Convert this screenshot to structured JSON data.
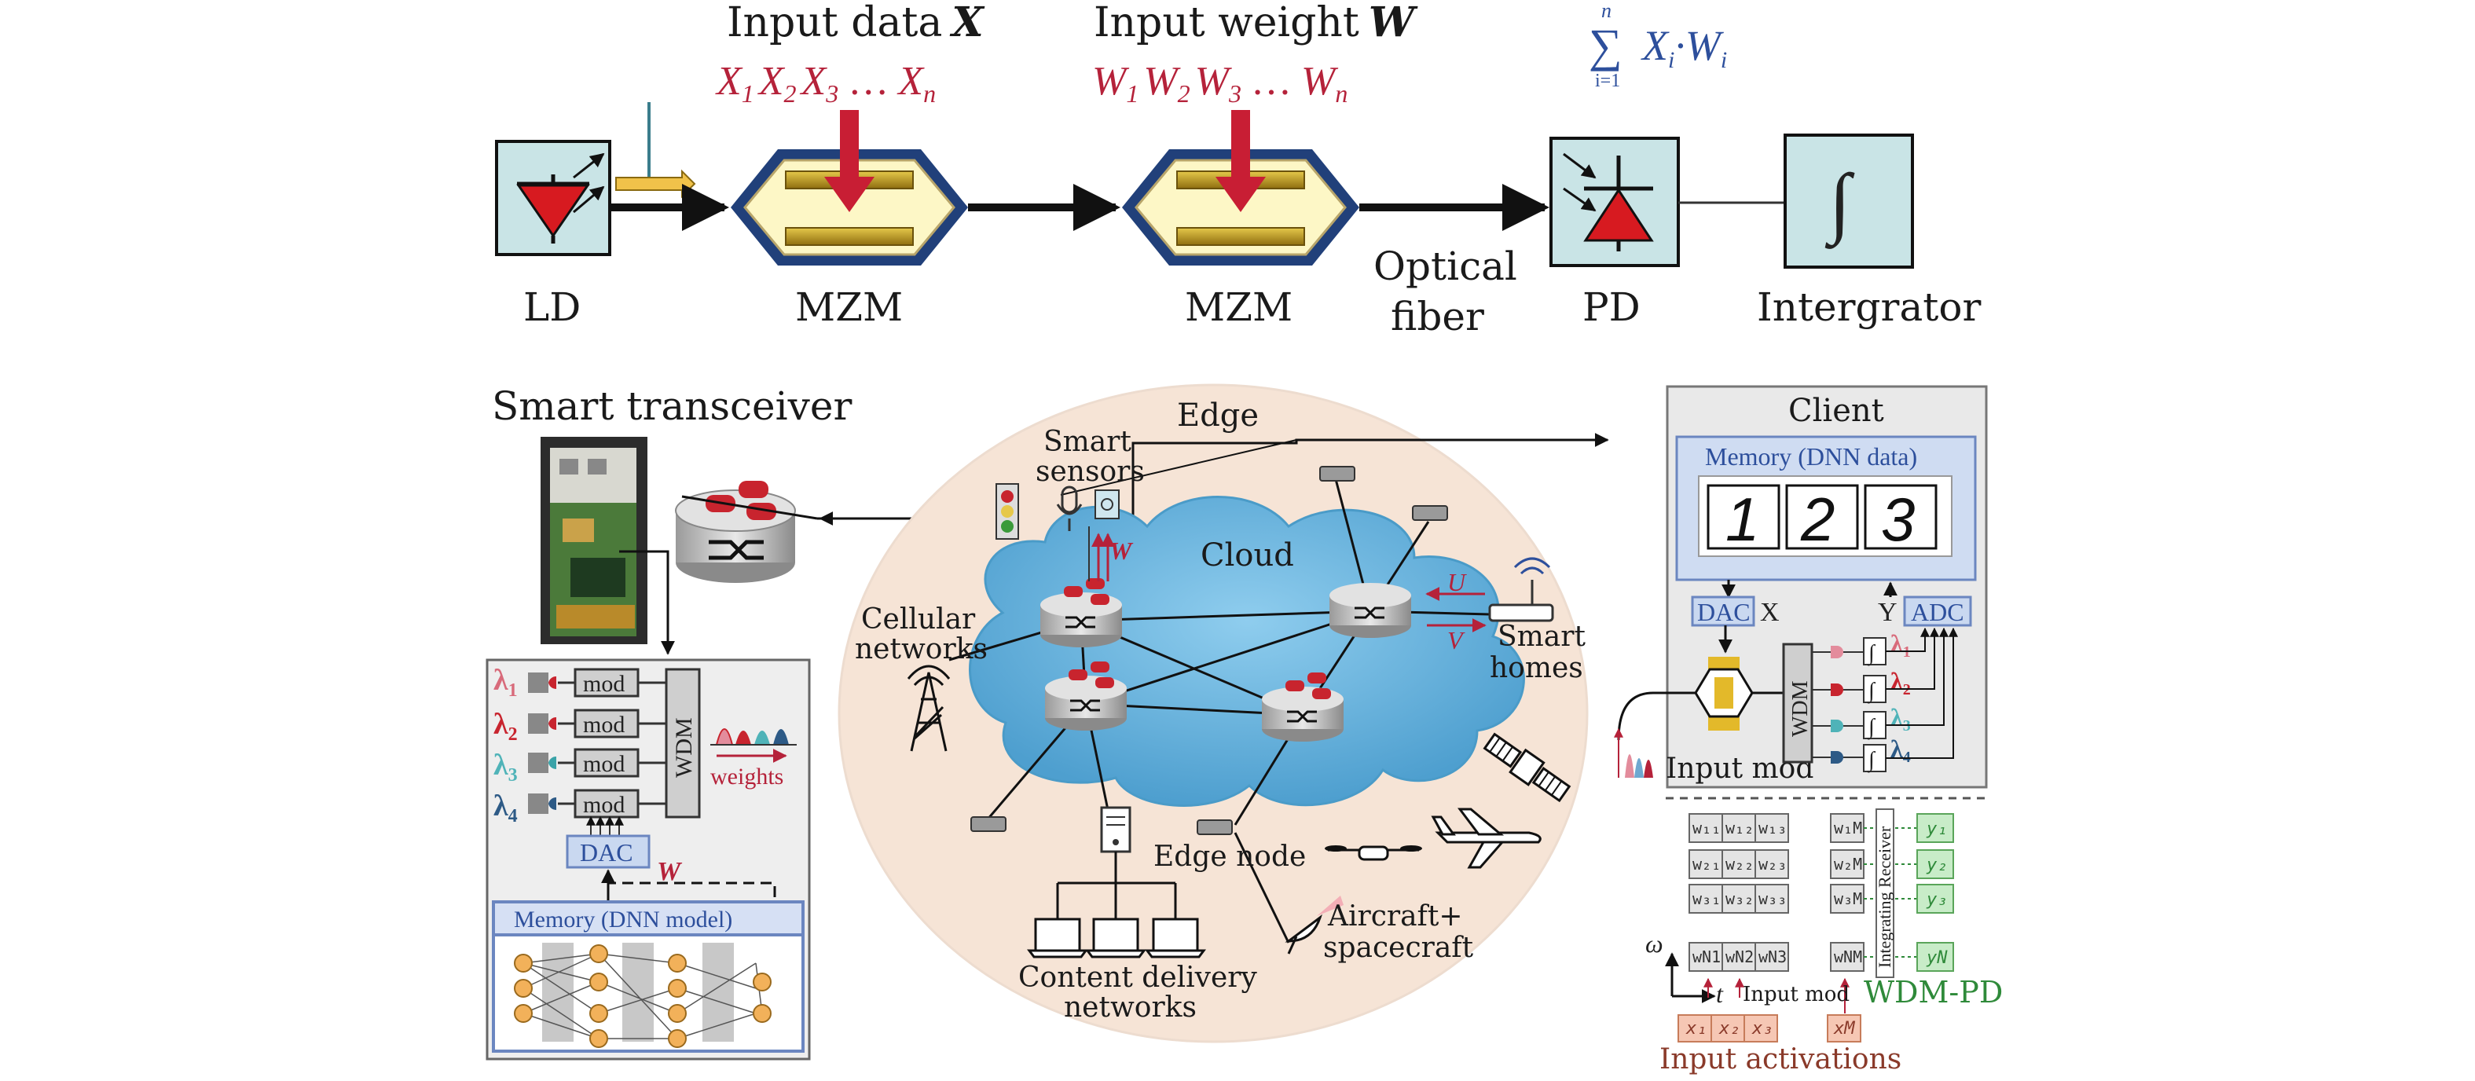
{
  "top": {
    "input_data_title": "Input data",
    "input_data_symbol": "X",
    "input_data_seq": [
      "X",
      "1",
      "X",
      "2",
      "X",
      "3",
      "…",
      "X",
      "n"
    ],
    "input_weight_title": "Input weight",
    "input_weight_symbol": "W",
    "input_weight_seq": [
      "W",
      "1",
      "W",
      "2",
      "W",
      "3",
      "…",
      "W",
      "n"
    ],
    "sum_formula": {
      "sigma": "∑",
      "upper": "n",
      "lower": "i=1",
      "term1": "X",
      "sub1": "i",
      "dot": "·",
      "term2": "W",
      "sub2": "i"
    },
    "labels": {
      "ld": "LD",
      "mzm1": "MZM",
      "mzm2": "MZM",
      "optical_fiber_1": "Optical",
      "optical_fiber_2": "fiber",
      "pd": "PD",
      "integrator": "Intergrator",
      "integral_symbol": "∫"
    }
  },
  "left": {
    "title": "Smart transceiver",
    "lambdas": [
      "λ",
      "λ",
      "λ",
      "λ"
    ],
    "lambda_subs": [
      "1",
      "2",
      "3",
      "4"
    ],
    "mod_label": "mod",
    "wdm_label": "WDM",
    "weights_label": "weights",
    "dac_label": "DAC",
    "w_label": "W",
    "memory_label": "Memory (DNN model)"
  },
  "center": {
    "edge": "Edge",
    "cloud": "Cloud",
    "smart_sensors_1": "Smart",
    "smart_sensors_2": "sensors",
    "cellular_1": "Cellular",
    "cellular_2": "networks",
    "smart_homes_1": "Smart",
    "smart_homes_2": "homes",
    "u_label": "U",
    "v_label": "V",
    "w_label": "W",
    "edge_node": "Edge node",
    "cdn_1": "Content delivery",
    "cdn_2": "networks",
    "aircraft_1": "Aircraft+",
    "aircraft_2": "spacecraft"
  },
  "right": {
    "client": "Client",
    "memory_label": "Memory (DNN data)",
    "digits": [
      "1",
      "2",
      "3"
    ],
    "dac_label": "DAC",
    "x_label": "X",
    "y_label": "Y",
    "adc_label": "ADC",
    "wdm_label": "WDM",
    "lambdas": [
      "λ",
      "λ",
      "λ",
      "λ"
    ],
    "lambda_subs": [
      "1",
      "2",
      "3",
      "4"
    ],
    "integral": "∫",
    "input_mod_1": "Input mod",
    "omega": "ω",
    "t_label": "t",
    "input_mod_2": "Input mod",
    "wdm_pd": "WDM-PD",
    "integrating_receiver": "Integrating Receiver",
    "input_activations": "Input activations",
    "matrix_rows": [
      [
        "w₁₁",
        "w₁₂",
        "w₁₃",
        "w₁M"
      ],
      [
        "w₂₁",
        "w₂₂",
        "w₂₃",
        "w₂M"
      ],
      [
        "w₃₁",
        "w₃₂",
        "w₃₃",
        "w₃M"
      ],
      [
        "wN1",
        "wN2",
        "wN3",
        "wNM"
      ]
    ],
    "outputs": [
      "y₁",
      "y₂",
      "y₃",
      "yN"
    ],
    "activations": [
      "x₁",
      "x₂",
      "x₃",
      "xM"
    ]
  },
  "colors": {
    "red": "#b5223a",
    "blue": "#2d4f9c",
    "green": "#2f8a3a",
    "box_fill": "#c9e4e6",
    "gold": "#c9a21a",
    "cloud": "#6fb6dd",
    "edge_bg": "#f6e4d6"
  }
}
